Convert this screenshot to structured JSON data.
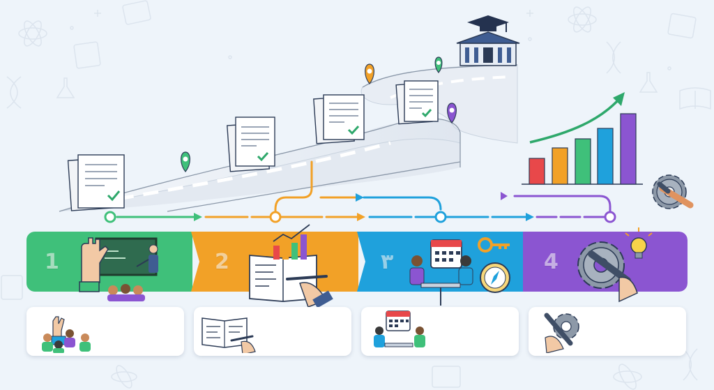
{
  "steps": [
    {
      "number": "1",
      "color": "#3fc07a",
      "icon": "classroom-teacher-icon",
      "card_icon": "students-raising-hand-icon"
    },
    {
      "number": "2",
      "color": "#f2a127",
      "icon": "notebook-writing-icon",
      "card_icon": "open-book-writing-icon"
    },
    {
      "number": "۳",
      "color": "#1fa1dc",
      "icon": "meeting-calendar-icon",
      "card_icon": "meeting-calendar-icon"
    },
    {
      "number": "4",
      "color": "#8b55d1",
      "icon": "gear-wrench-lightbulb-icon",
      "card_icon": "gear-wrench-icon"
    }
  ],
  "chart_colors": [
    "#e8484a",
    "#f2a127",
    "#3fc07a",
    "#1fa1dc",
    "#8b55d1"
  ],
  "icons": {
    "top": "graduation-building-icon",
    "documents": "checked-document-icon",
    "pins": "map-pin-icon",
    "growth": "growth-bar-chart-icon",
    "tools": "gear-wrench-icon"
  }
}
